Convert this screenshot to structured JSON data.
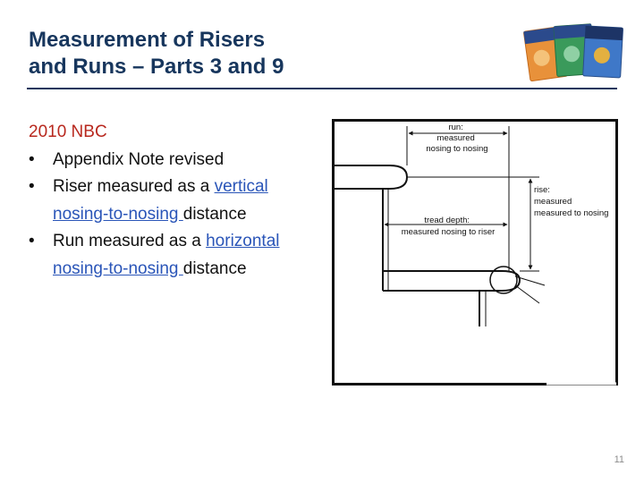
{
  "slide": {
    "title_line1": "Measurement of Risers",
    "title_line2": "and Runs – Parts 3 and 9",
    "page_number": "11"
  },
  "content": {
    "heading": "2010 NBC",
    "bullet_glyph": "•",
    "bullets": [
      {
        "text": "Appendix Note revised"
      },
      {
        "prefix": "Riser measured as a",
        "link": "vertical nosing-to-nosing ",
        "suffix": "distance"
      },
      {
        "prefix": "Run measured as a",
        "link": "horizontal nosing-to-nosing ",
        "suffix": "distance"
      }
    ]
  },
  "figure": {
    "run_label": [
      "run:",
      "measured",
      "nosing to nosing"
    ],
    "rise_label": [
      "rise:",
      "measured",
      "measured to nosing"
    ],
    "tread_label": [
      "tread depth:",
      "measured nosing to riser"
    ]
  },
  "colors": {
    "title": "#17365d",
    "heading": "#b8281e",
    "link": "#2a55b8"
  },
  "logo": {
    "name": "code-book-covers-logo"
  }
}
